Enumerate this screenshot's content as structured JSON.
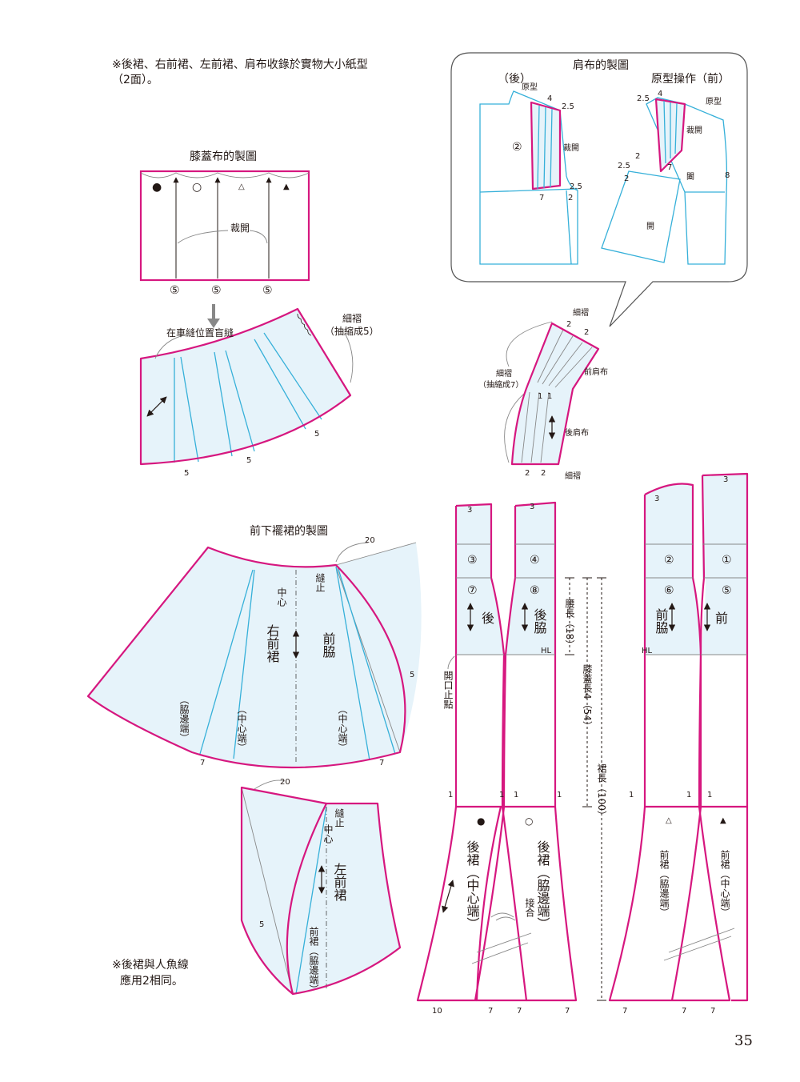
{
  "notes": {
    "top": "※後裙、右前裙、左前裙、肩布收錄於實物大小紙型",
    "top_2": "（2面）。",
    "bottom_1": "※後裙與人魚線",
    "bottom_2": "應用2相同。"
  },
  "knee_panel": {
    "title": "膝蓋布的製圖",
    "cut_label": "裁開",
    "width_marks": [
      "⑤",
      "⑤",
      "⑤"
    ],
    "blind_stitch": "在車縫位置盲縫",
    "gather_1": "細褶",
    "gather_2": "（抽縮成5）",
    "dims": [
      "5",
      "5",
      "5"
    ]
  },
  "shoulder": {
    "title": "肩布的製圖",
    "back_label": "（後）",
    "front_label": "原型操作（前）",
    "proto_label": "原型",
    "proto_label_right": "原型",
    "cut_label": "裁開",
    "cut_label_right": "裁開",
    "close_label": "闔",
    "open_label": "開",
    "circle_2": "②",
    "dims_left": [
      "4",
      "2.5",
      "2.5",
      "7",
      "2"
    ],
    "dims_right": [
      "2.5",
      "4",
      "2",
      "2.5",
      "2",
      "7",
      "8"
    ],
    "gather_top": "細褶",
    "gather_mid_1": "細褶",
    "gather_mid_2": "（抽縮成7）",
    "gather_bottom": "細褶",
    "front_shoulder": "前肩布",
    "back_shoulder": "後肩布",
    "dims_piece": [
      "2",
      "2",
      "1",
      "1",
      "2",
      "2"
    ]
  },
  "front_lower": {
    "title": "前下襬裙的製圖",
    "dim_20_top": "20",
    "dim_5_right": "5",
    "dim_7_left": "7",
    "dim_7_right": "7",
    "seam_stop": "縫止",
    "center": "中心",
    "right_front": "右前裙",
    "side_front": "前脇",
    "side_end": "（脇邊端）",
    "center_end_1": "（中心端）",
    "center_end_2": "（中心端）",
    "dim_20_bottom": "20",
    "dim_5_bottom": "5",
    "seam_stop_2": "縫止",
    "center_2": "中心",
    "left_front": "左前裙",
    "front_side_end": "前裙（脇邊端）"
  },
  "skirt": {
    "back_piece_nums": [
      "③",
      "④",
      "⑦",
      "⑧"
    ],
    "front_piece_nums": [
      "②",
      "①",
      "⑥",
      "⑤"
    ],
    "back": "後",
    "back_side": "後脇",
    "front_side": "前脇",
    "front": "前",
    "hl_left": "HL",
    "hl_right": "HL",
    "opening": "開口止點",
    "waist_len": "腰長（18）",
    "knee_len": "膝蓋長4（54）",
    "skirt_len": "裙長（100）",
    "dims_top": [
      "3",
      "3",
      "3",
      "3"
    ],
    "dims_knee": [
      "1",
      "1",
      "1",
      "1",
      "1",
      "1",
      "1"
    ],
    "sym_filled_circle": "●",
    "sym_circle": "○",
    "sym_triangle": "△",
    "sym_filled_triangle": "▲",
    "back_center": "後裙（中心端）",
    "back_side_end": "後裙（脇邊端）",
    "join": "接合",
    "front_side_end": "前裙（脇邊端）",
    "front_center_end": "前裙（中心端）",
    "dims_hem": [
      "10",
      "7",
      "7",
      "7",
      "7",
      "7",
      "7"
    ]
  },
  "page_number": "35"
}
